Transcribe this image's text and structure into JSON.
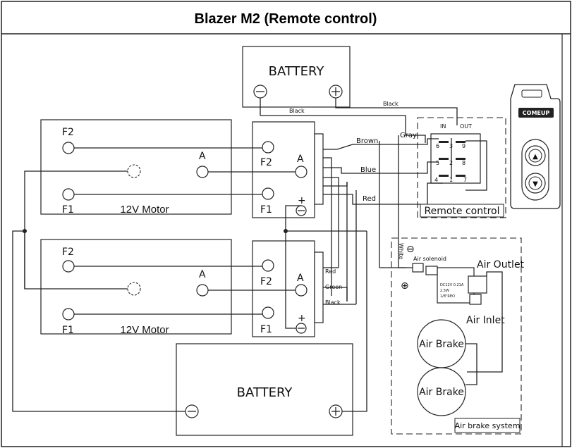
{
  "title": "Blazer M2 (Remote control)",
  "battery_top": {
    "label": "BATTERY",
    "neg": "⊖",
    "pos": "⊕"
  },
  "battery_bottom": {
    "label": "BATTERY",
    "neg": "⊖",
    "pos": "⊕"
  },
  "motor_top": {
    "f2": "F2",
    "a": "A",
    "f1": "F1",
    "label": "12V Motor"
  },
  "motor_bottom": {
    "f2": "F2",
    "a": "A",
    "f1": "F1",
    "label": "12V Motor"
  },
  "controller_top": {
    "f2": "F2",
    "a": "A",
    "f1": "F1",
    "plus": "+"
  },
  "controller_bottom": {
    "f2": "F2",
    "a": "A",
    "f1": "F1",
    "plus": "+"
  },
  "wires": {
    "black_top": "Black",
    "black_top2": "Black",
    "brown": "Brown",
    "blue": "Blue",
    "red": "Red",
    "gray": "Gray",
    "white": "White",
    "red_lower": "Red",
    "green_lower": "Green",
    "black_lower": "Black"
  },
  "remote": {
    "in": "IN",
    "out": "OUT",
    "pins": [
      "6",
      "3",
      "9",
      "5",
      "2",
      "8",
      "4",
      "1",
      "7"
    ],
    "label": "Remote control",
    "fob_brand": "COMEUP",
    "up_icon": "▲",
    "down_icon": "▼"
  },
  "air": {
    "neg": "⊖",
    "pos": "⊕",
    "solenoid": "Air solenoid",
    "outlet": "Air Outlet",
    "inlet": "Air Inlet",
    "brake1": "Air Brake",
    "brake2": "Air Brake",
    "system": "Air brake system",
    "solenoid_spec": [
      "DC12V 0.21A",
      "2.5W",
      "1/8\"REO"
    ]
  }
}
